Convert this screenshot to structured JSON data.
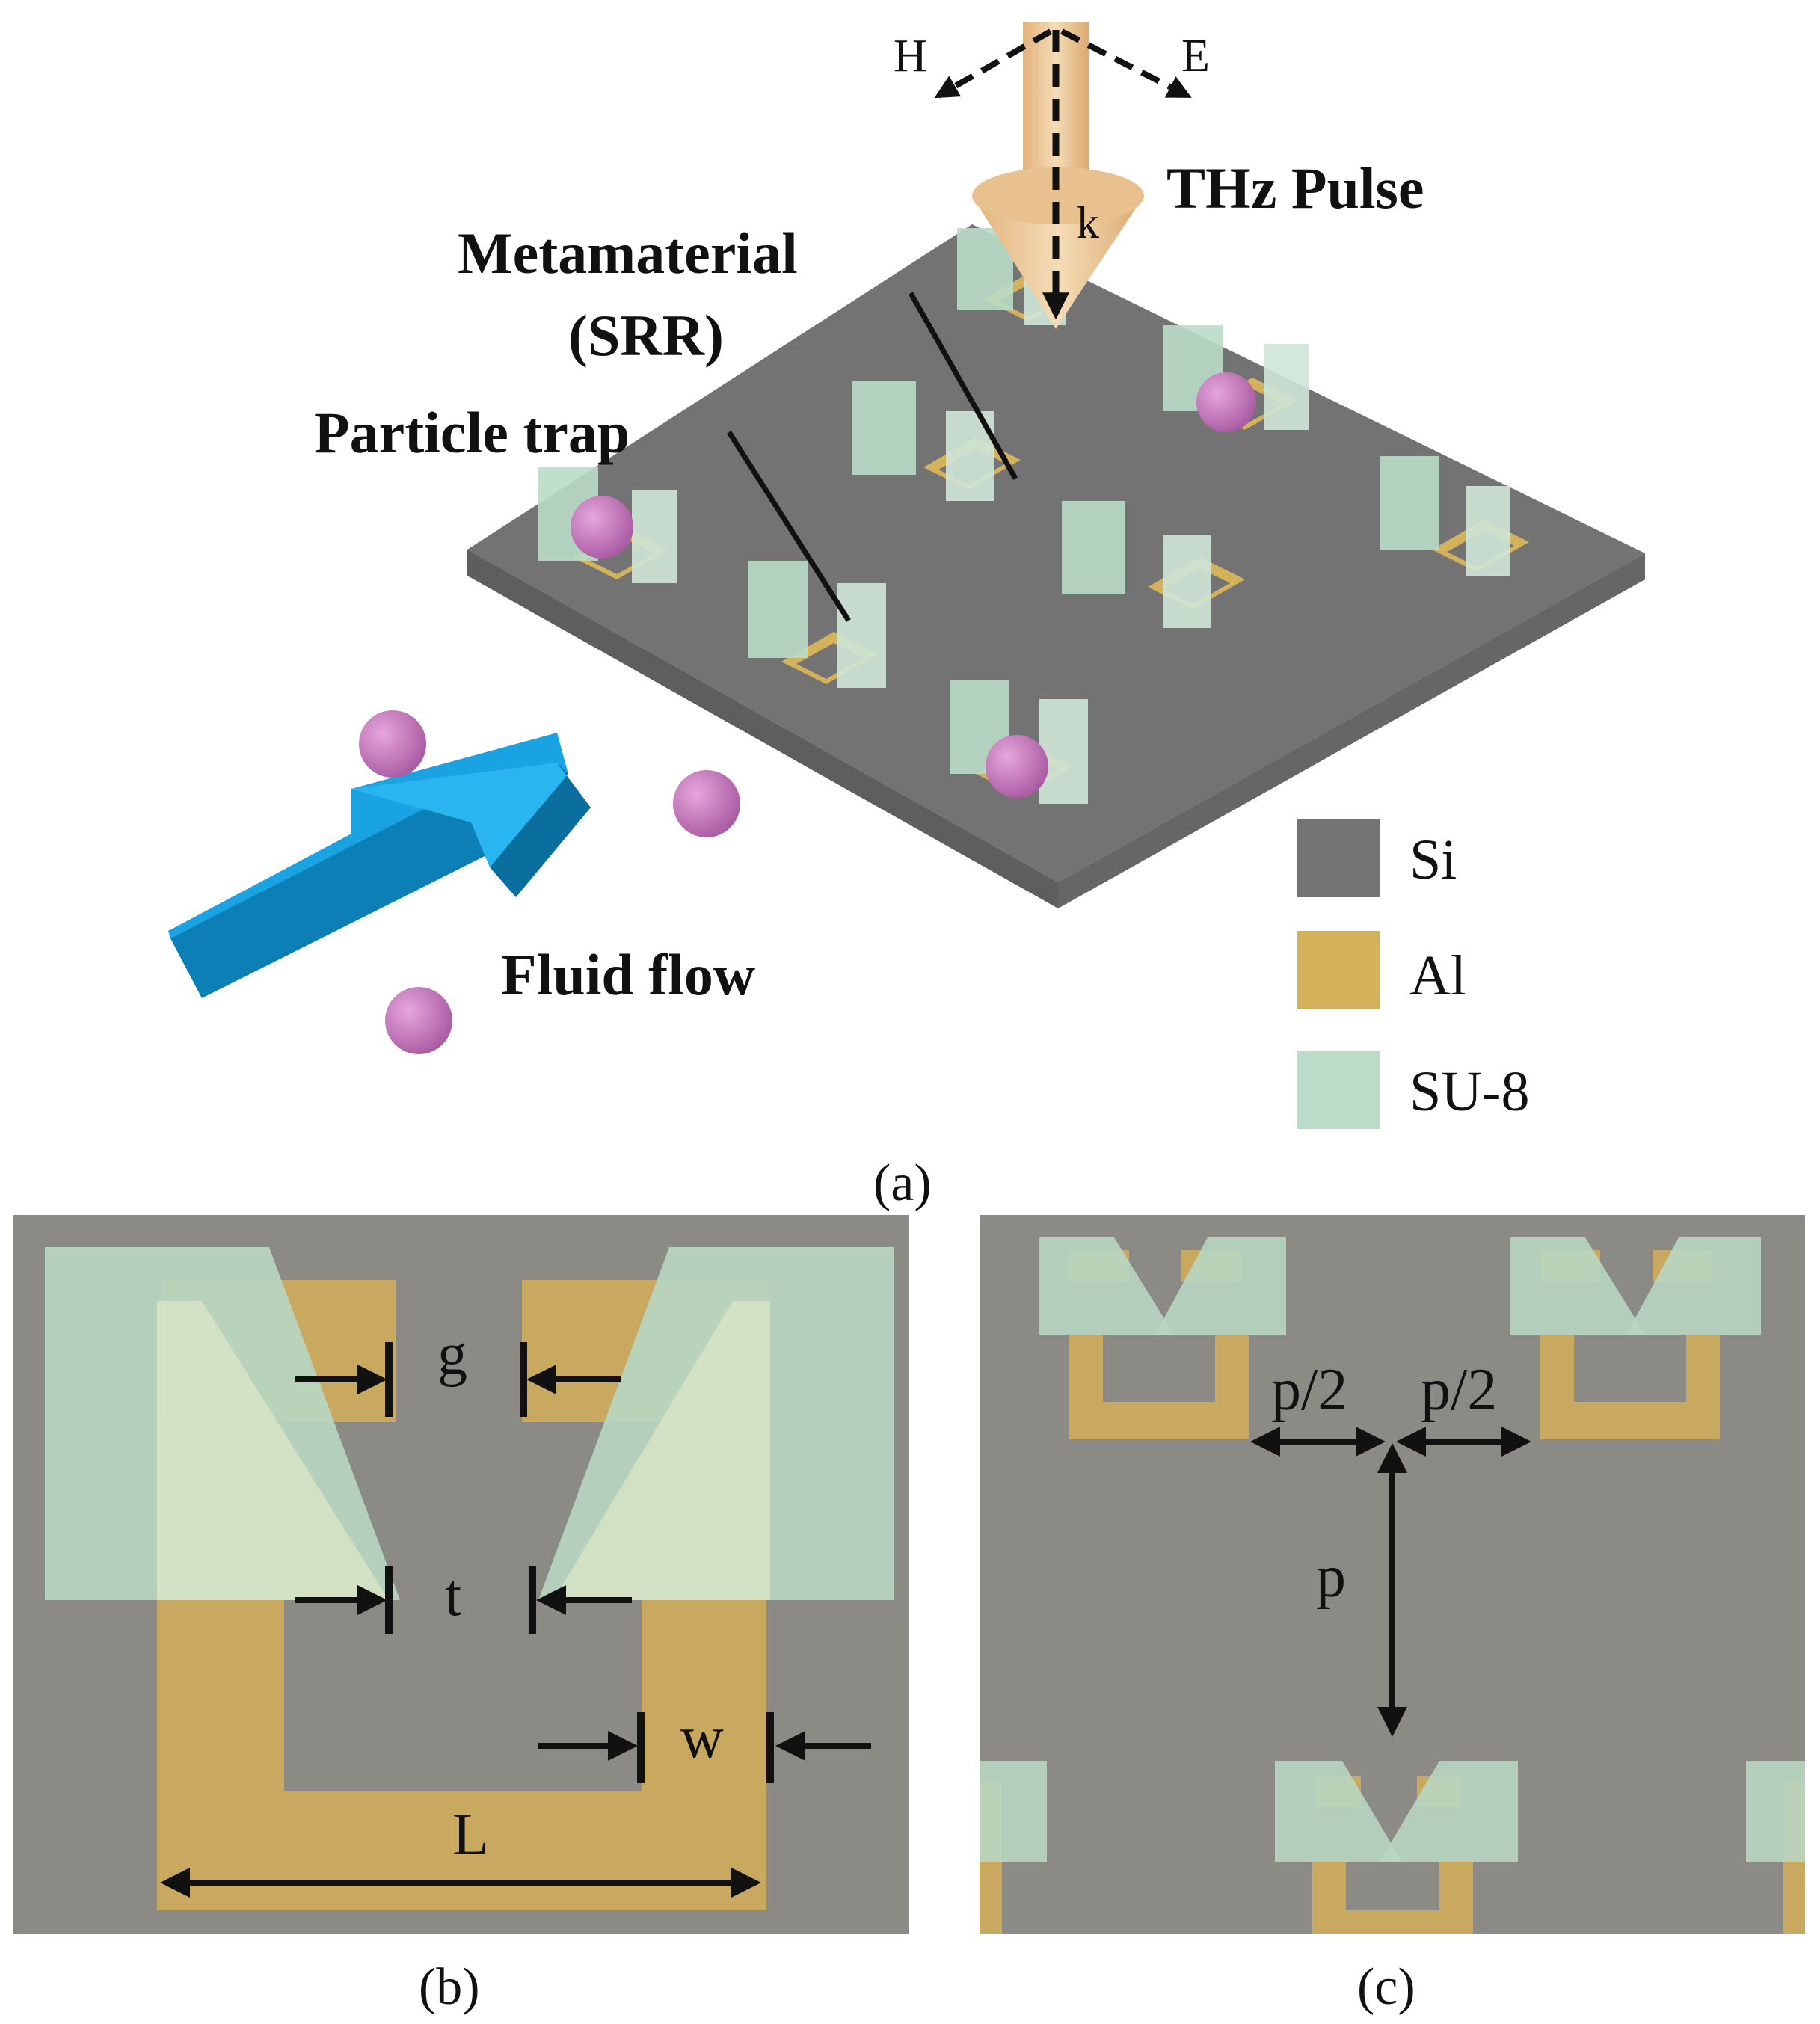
{
  "panel_a": {
    "caption": "(a)",
    "labels": {
      "h": "H",
      "e": "E",
      "k": "k",
      "thz_pulse": "THz Pulse",
      "metamaterial_line1": "Metamaterial",
      "metamaterial_line2": "(SRR)",
      "particle_trap": "Particle trap",
      "fluid_flow": "Fluid flow"
    },
    "legend": [
      {
        "label": "Si",
        "color": "#737373"
      },
      {
        "label": "Al",
        "color": "#d4b25c"
      },
      {
        "label": "SU-8",
        "color": "#bcdcca"
      }
    ],
    "colors": {
      "substrate": "#737373",
      "aluminum": "#d4b25c",
      "su8": "#b9dcc6",
      "particle": "#c67cbf",
      "flow_arrow": "#1aa3e2",
      "beam": "#eec99a"
    }
  },
  "panel_b": {
    "caption": "(b)",
    "labels": {
      "g": "g",
      "t": "t",
      "w": "w",
      "L": "L"
    }
  },
  "panel_c": {
    "caption": "(c)",
    "labels": {
      "half_p_left": "p/2",
      "half_p_right": "p/2",
      "p": "p"
    }
  }
}
